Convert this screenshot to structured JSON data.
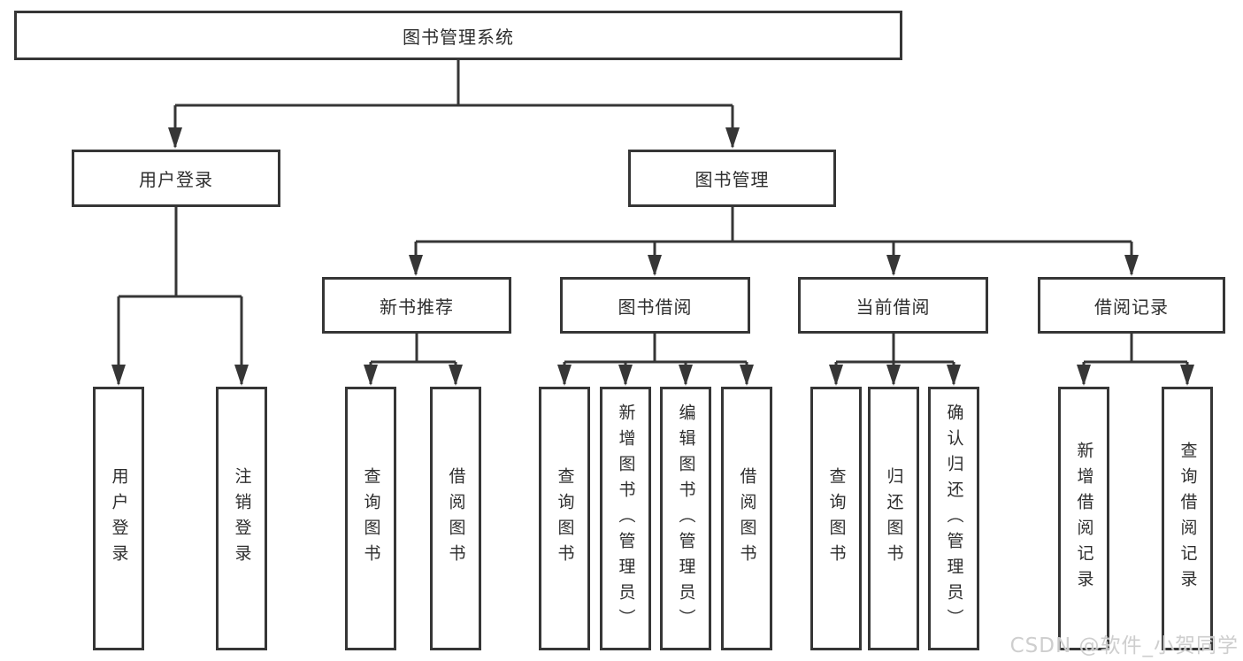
{
  "tree": {
    "root": {
      "label": "图书管理系统",
      "children": [
        {
          "label": "用户登录",
          "children": [
            {
              "label": "用户登录"
            },
            {
              "label": "注销登录"
            }
          ]
        },
        {
          "label": "图书管理",
          "children": [
            {
              "label": "新书推荐",
              "children": [
                {
                  "label": "查询图书"
                },
                {
                  "label": "借阅图书"
                }
              ]
            },
            {
              "label": "图书借阅",
              "children": [
                {
                  "label": "查询图书"
                },
                {
                  "label": "新增图书（管理员）"
                },
                {
                  "label": "编辑图书（管理员）"
                },
                {
                  "label": "借阅图书"
                }
              ]
            },
            {
              "label": "当前借阅",
              "children": [
                {
                  "label": "查询图书"
                },
                {
                  "label": "归还图书"
                },
                {
                  "label": "确认归还（管理员）"
                }
              ]
            },
            {
              "label": "借阅记录",
              "children": [
                {
                  "label": "新增借阅记录"
                },
                {
                  "label": "查询借阅记录"
                }
              ]
            }
          ]
        }
      ]
    }
  },
  "watermark": {
    "text": "CSDN @软件_小贺同学"
  },
  "colors": {
    "line": "#363636",
    "box_border": "#363636",
    "text": "#2e2e2e",
    "background": "#ffffff",
    "watermark": "#cbcbcb"
  }
}
